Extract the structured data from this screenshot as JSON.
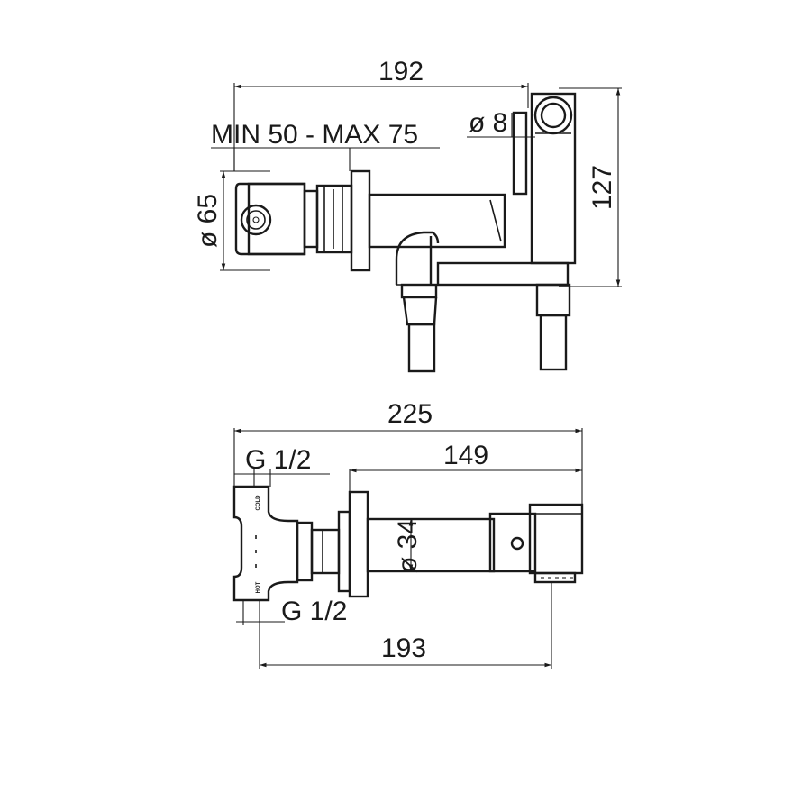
{
  "top_view": {
    "dim_width": "192",
    "dim_range": "MIN  50 - MAX 75",
    "dim_pin": "ø 8",
    "dim_height": "127",
    "dim_diameter": "ø 65"
  },
  "side_view": {
    "dim_total": "225",
    "dim_thread_top": "G 1/2",
    "dim_spout": "149",
    "dim_body": "ø 34",
    "dim_thread_bottom": "G 1/2",
    "dim_bottom": "193",
    "label_cold": "COLD",
    "label_hot": "HOT"
  }
}
